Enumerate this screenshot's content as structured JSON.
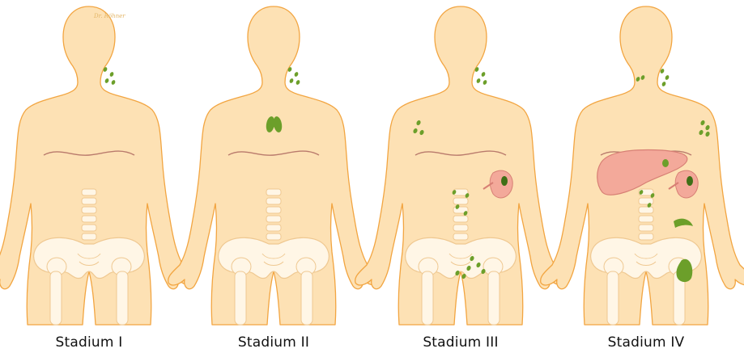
{
  "signature": "Dr. Röhner",
  "colors": {
    "skin": "#fde1b4",
    "outline": "#f2a541",
    "bone": "#fff6e6",
    "bone_line": "#efc891",
    "diaphragm": "#b97a6c",
    "node": "#6c9f2a",
    "node_dark": "#3f6f16",
    "organ": "#f3a99a",
    "organ_line": "#d77f74"
  },
  "figures": [
    {
      "id": "stadium-1",
      "label": "Stadium I",
      "involvement": [
        "neck-nodes-single-side"
      ],
      "organs": []
    },
    {
      "id": "stadium-2",
      "label": "Stadium II",
      "involvement": [
        "neck-nodes-single-side",
        "mediastinal-nodes"
      ],
      "organs": []
    },
    {
      "id": "stadium-3",
      "label": "Stadium III",
      "involvement": [
        "neck-nodes-single-side",
        "axillary-nodes",
        "paraaortic-nodes",
        "pelvic-nodes",
        "spleen"
      ],
      "organs": [
        "spleen"
      ]
    },
    {
      "id": "stadium-4",
      "label": "Stadium IV",
      "involvement": [
        "neck-nodes-both-sides",
        "axillary-nodes",
        "paraaortic-nodes",
        "liver",
        "spleen",
        "pelvic-bone",
        "femur"
      ],
      "organs": [
        "liver",
        "spleen"
      ]
    }
  ]
}
